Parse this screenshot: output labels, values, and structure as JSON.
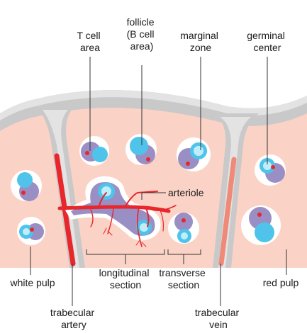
{
  "labels": {
    "t_cell_area": [
      "T cell",
      "area"
    ],
    "follicle": [
      "follicle",
      "(B cell",
      "area)"
    ],
    "marginal_zone": [
      "marginal",
      "zone"
    ],
    "germinal_center": [
      "germinal",
      "center"
    ],
    "arteriole": "arteriole",
    "white_pulp": "white pulp",
    "longitudinal_section": [
      "longitudinal",
      "section"
    ],
    "transverse_section": [
      "transverse",
      "section"
    ],
    "red_pulp": "red pulp",
    "trabecular_artery": [
      "trabecular",
      "artery"
    ],
    "trabecular_vein": [
      "trabecular",
      "vein"
    ]
  },
  "colors": {
    "capsule": "#c9c9c9",
    "capsule_inner": "#e3e3e3",
    "red_pulp": "#fbd3c6",
    "white_pulp_purple": "#9a8fc4",
    "germinal_blue": "#4fc3ea",
    "artery_red": "#e8262b",
    "vein_salmon": "#f08a78",
    "leader_line": "#333333"
  }
}
